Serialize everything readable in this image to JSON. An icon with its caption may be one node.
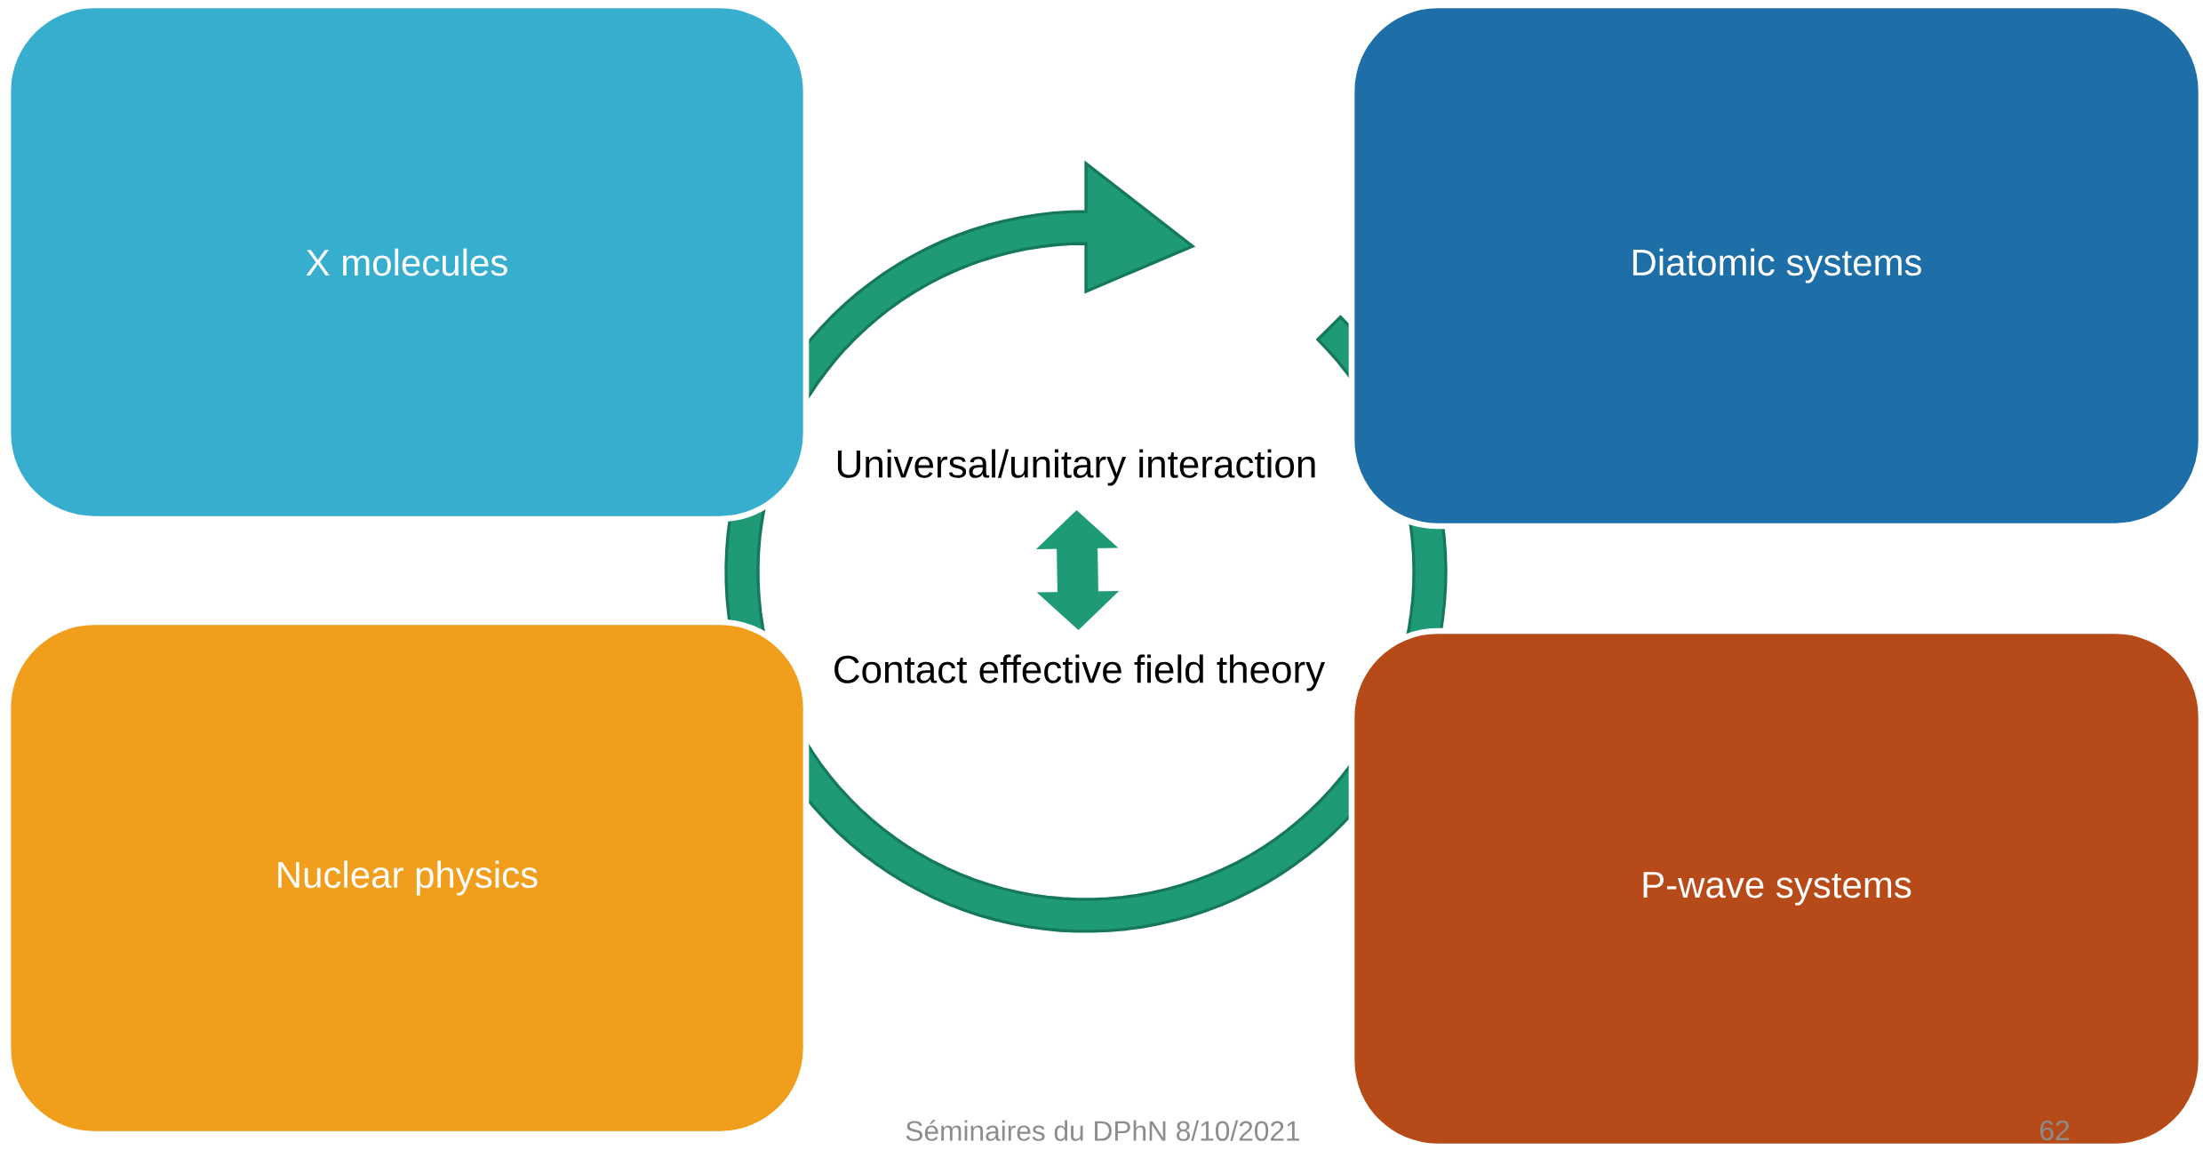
{
  "diagram": {
    "nodes": [
      {
        "text": [
          "X molecules"
        ]
      },
      {
        "text": [
          "Diatomic systems"
        ]
      },
      {
        "text": [
          "Nuclear physics"
        ]
      },
      {
        "text": [
          "P-wave systems"
        ]
      },
      {
        "text": [
          "Universal/unitary interaction"
        ]
      },
      {
        "text": [
          "Contact effective field theory"
        ]
      }
    ],
    "edges": [
      {
        "from": 4,
        "to": 5,
        "arrow": "both"
      }
    ],
    "labels": [
      "Séminaires du DPhN 8/10/2021",
      "62"
    ]
  }
}
